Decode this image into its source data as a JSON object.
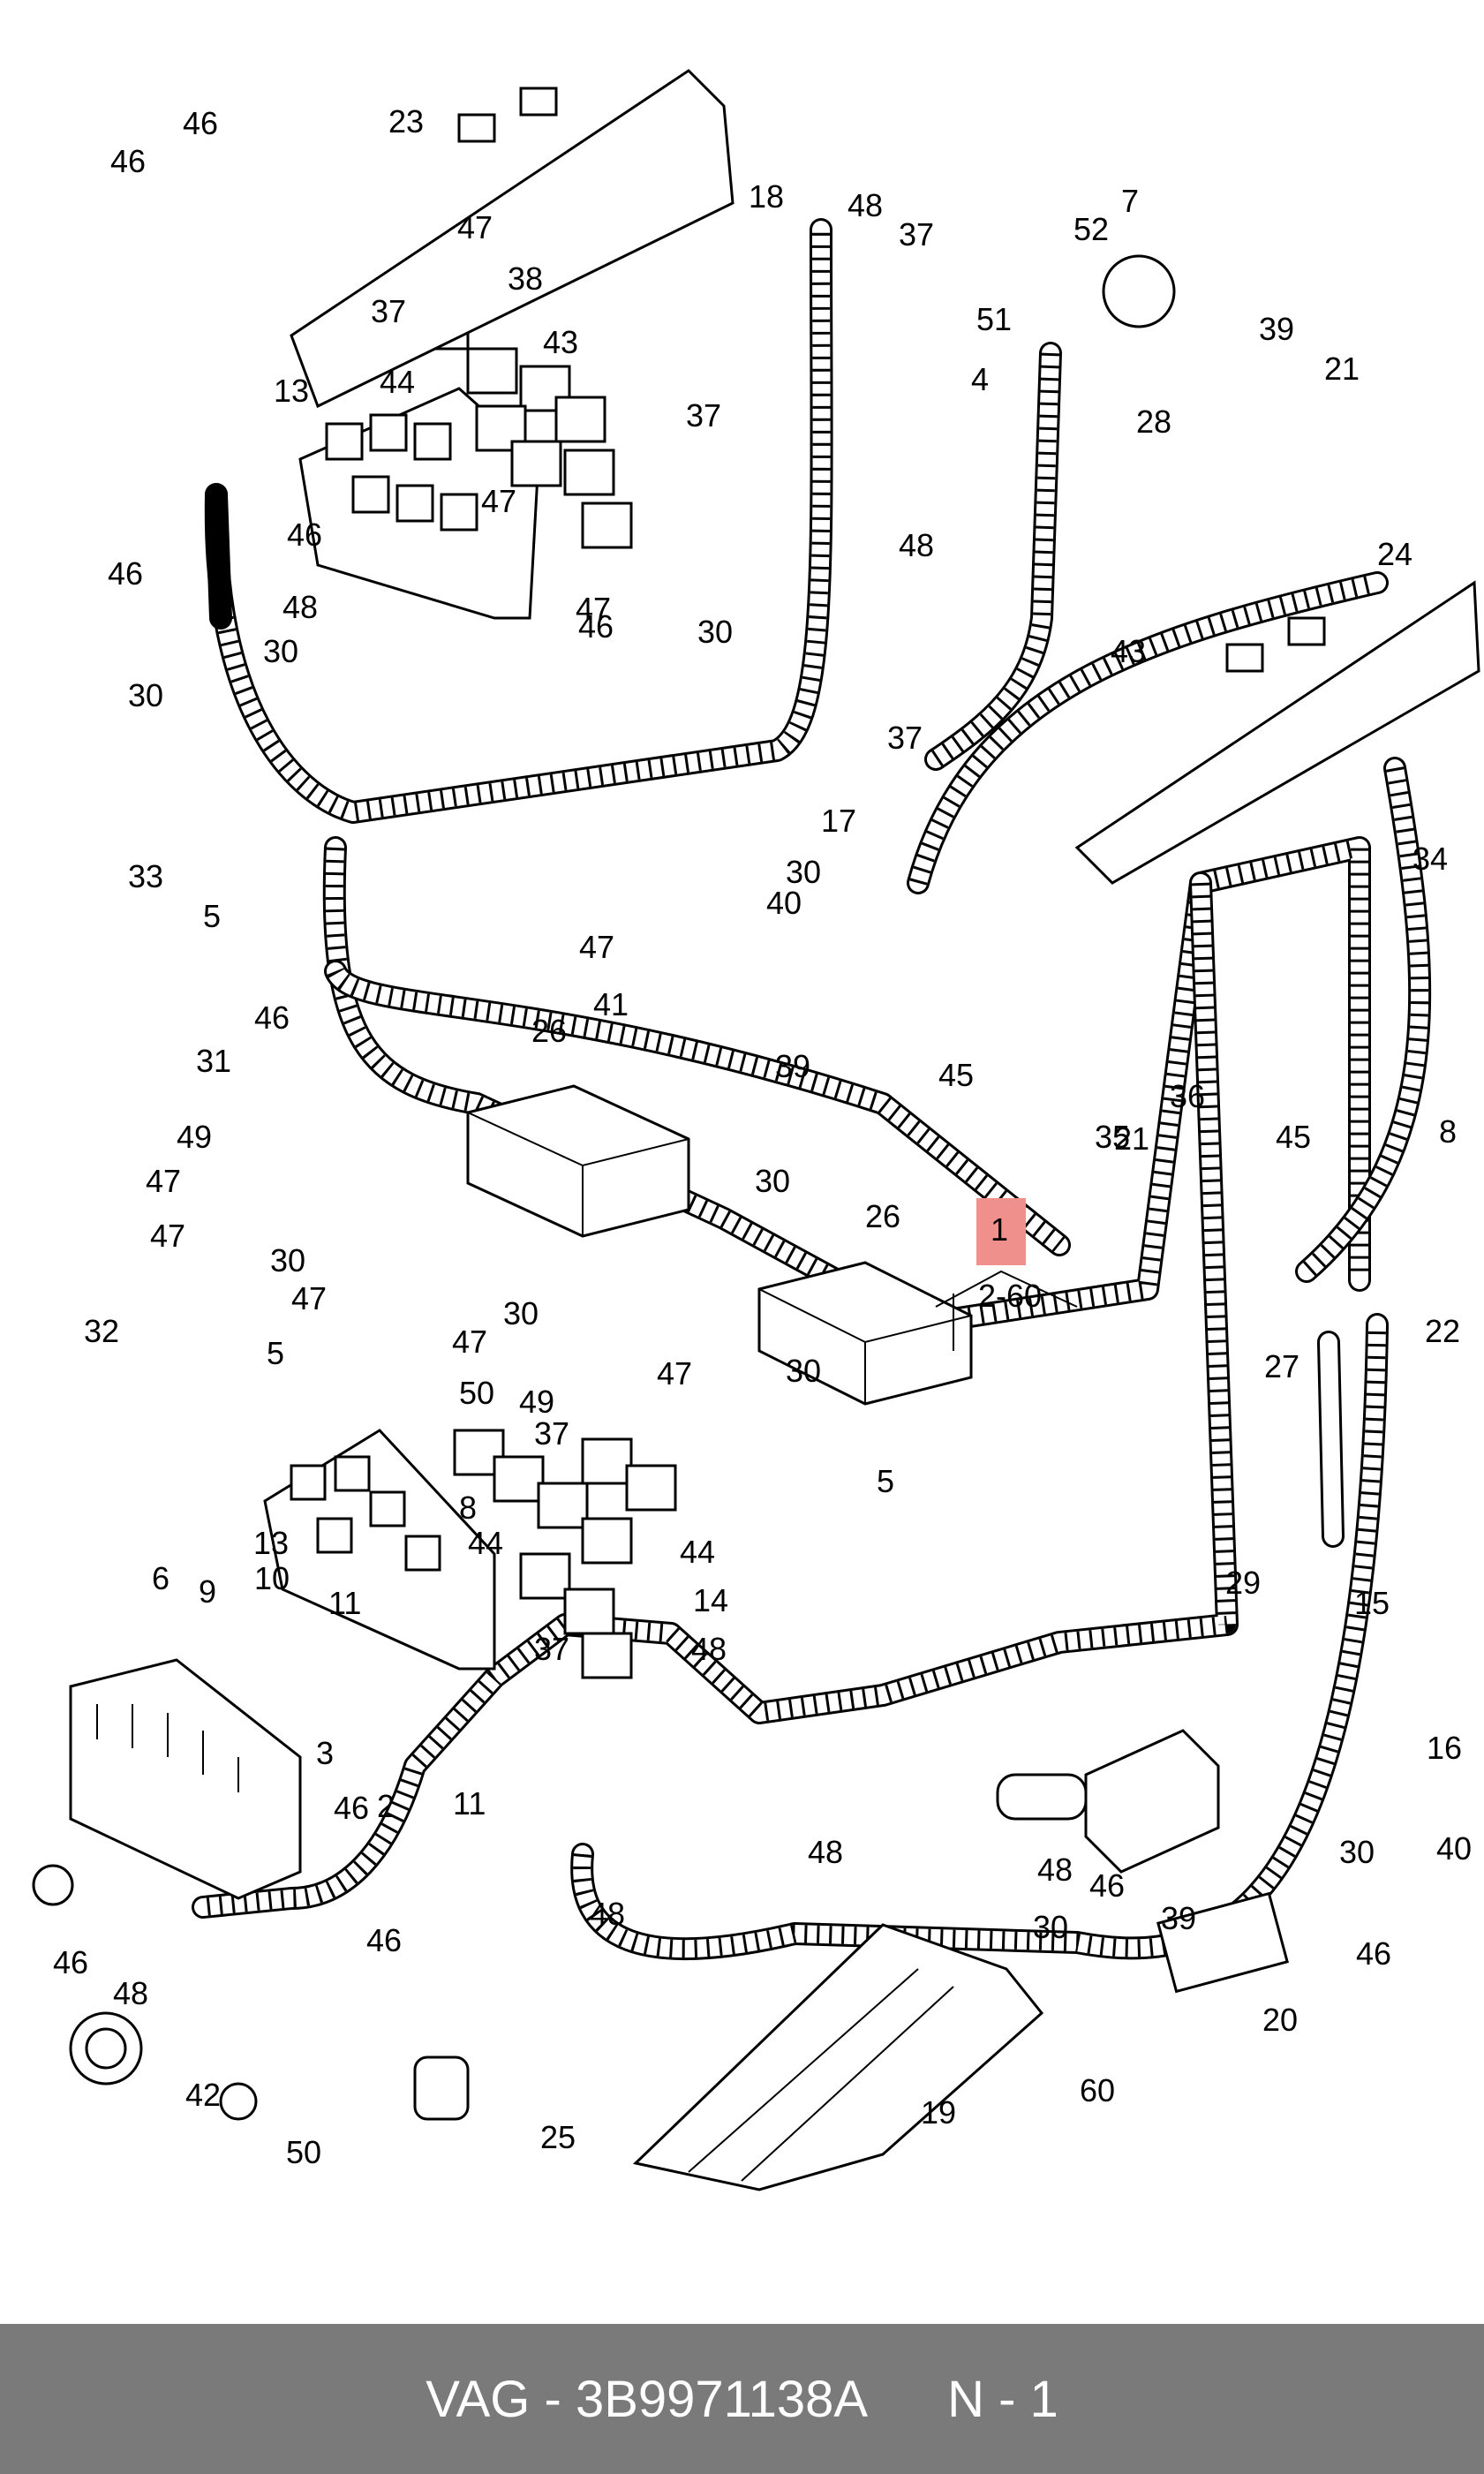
{
  "diagram": {
    "callouts": [
      "46",
      "46",
      "23",
      "47",
      "38",
      "37",
      "43",
      "44",
      "13",
      "47",
      "37",
      "46",
      "47",
      "46",
      "46",
      "48",
      "30",
      "30",
      "18",
      "48",
      "37",
      "7",
      "52",
      "51",
      "4",
      "28",
      "39",
      "21",
      "30",
      "48",
      "24",
      "37",
      "43",
      "17",
      "34",
      "33",
      "5",
      "30",
      "40",
      "47",
      "41",
      "26",
      "46",
      "31",
      "49",
      "47",
      "47",
      "39",
      "30",
      "36",
      "45",
      "21",
      "35",
      "8",
      "45",
      "32",
      "30",
      "47",
      "30",
      "26",
      "47",
      "5",
      "49",
      "47",
      "30",
      "22",
      "27",
      "50",
      "37",
      "8",
      "44",
      "6",
      "13",
      "5",
      "44",
      "9",
      "10",
      "11",
      "14",
      "37",
      "48",
      "29",
      "15",
      "16",
      "3",
      "2",
      "11",
      "46",
      "48",
      "48",
      "30",
      "40",
      "46",
      "46",
      "48",
      "46",
      "48",
      "30",
      "39",
      "46",
      "42",
      "50",
      "25",
      "19",
      "20",
      "60"
    ],
    "highlight_label": "1",
    "range_label": "2-60"
  },
  "footer": {
    "part_number": "VAG - 3B9971138A",
    "page_label": "N - 1"
  },
  "colors": {
    "highlight": "#f0908c",
    "footer_bg": "#7a7a7a"
  }
}
